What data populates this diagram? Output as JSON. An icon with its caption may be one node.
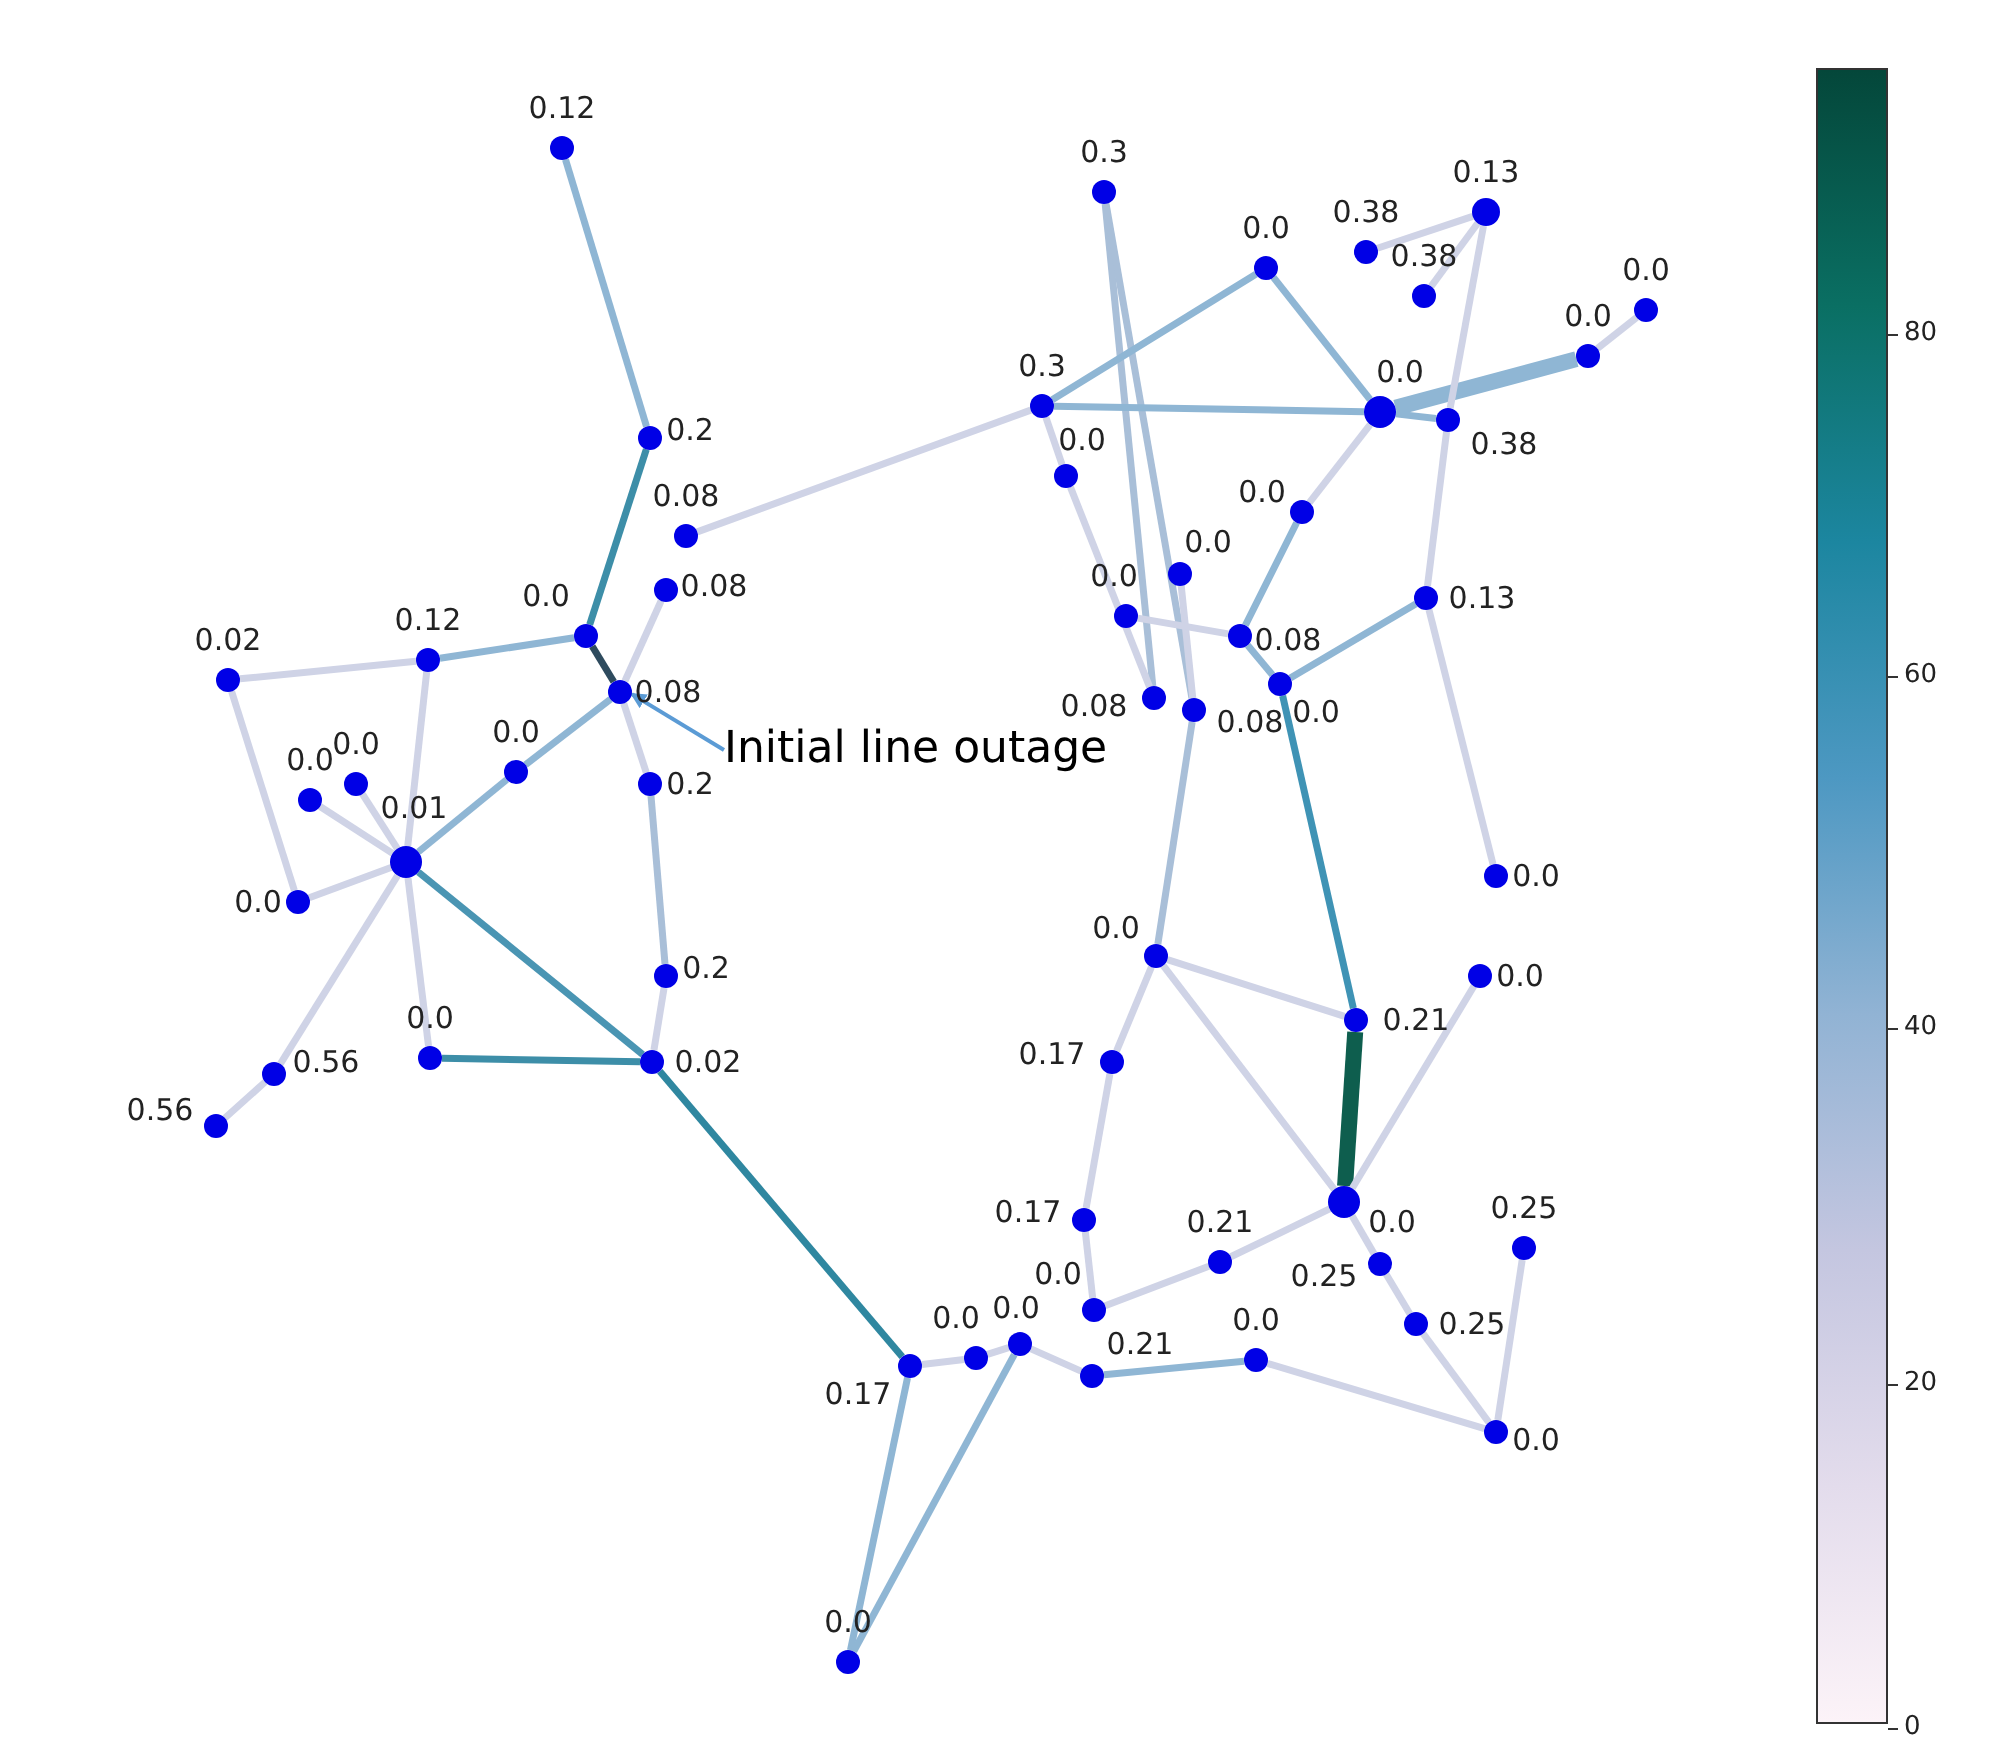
{
  "diagram": {
    "nodes": [
      {
        "text": [],
        "shape": "circle",
        "beside": [
          "0.12"
        ]
      },
      {
        "text": [],
        "shape": "circle",
        "beside": [
          "0.2"
        ]
      },
      {
        "text": [],
        "shape": "circle",
        "beside": [
          "0.08"
        ]
      },
      {
        "text": [],
        "shape": "circle",
        "beside": [
          "0.08"
        ]
      },
      {
        "text": [],
        "shape": "circle",
        "beside": [
          "0.0"
        ]
      },
      {
        "text": [],
        "shape": "circle",
        "beside": [
          "0.08"
        ]
      },
      {
        "text": [],
        "shape": "circle",
        "beside": [
          "0.12"
        ]
      },
      {
        "text": [],
        "shape": "circle",
        "beside": [
          "0.02"
        ]
      },
      {
        "text": [],
        "shape": "circle",
        "beside": [
          "0.0"
        ]
      },
      {
        "text": [],
        "shape": "circle",
        "beside": [
          "0.0"
        ]
      },
      {
        "text": [],
        "shape": "circle",
        "beside": [
          "0.01"
        ]
      },
      {
        "text": [],
        "shape": "circle",
        "beside": [
          "0.0"
        ]
      },
      {
        "text": [],
        "shape": "circle",
        "beside": [
          "0.0"
        ]
      },
      {
        "text": [],
        "shape": "circle",
        "beside": [
          "0.2"
        ]
      },
      {
        "text": [],
        "shape": "circle",
        "beside": [
          "0.2"
        ]
      },
      {
        "text": [],
        "shape": "circle",
        "beside": [
          "0.02"
        ]
      },
      {
        "text": [],
        "shape": "circle",
        "beside": [
          "0.0"
        ]
      },
      {
        "text": [],
        "shape": "circle",
        "beside": [
          "0.56"
        ]
      },
      {
        "text": [],
        "shape": "circle",
        "beside": [
          "0.56"
        ]
      },
      {
        "text": [],
        "shape": "circle",
        "beside": [
          "0.17"
        ]
      },
      {
        "text": [],
        "shape": "circle",
        "beside": [
          "0.0"
        ]
      },
      {
        "text": [],
        "shape": "circle",
        "beside": [
          "0.0"
        ]
      },
      {
        "text": [],
        "shape": "circle",
        "beside": [
          "0.21"
        ]
      },
      {
        "text": [],
        "shape": "circle",
        "beside": [
          "0.0"
        ]
      },
      {
        "text": [],
        "shape": "circle",
        "beside": [
          "0.17"
        ]
      },
      {
        "text": [],
        "shape": "circle",
        "beside": [
          "0.17"
        ]
      },
      {
        "text": [],
        "shape": "circle",
        "beside": [
          "0.0"
        ]
      },
      {
        "text": [],
        "shape": "circle",
        "beside": [
          "0.0"
        ]
      },
      {
        "text": [],
        "shape": "circle",
        "beside": [
          "0.21"
        ]
      },
      {
        "text": [],
        "shape": "circle",
        "beside": [
          "0.0"
        ]
      },
      {
        "text": [],
        "shape": "circle",
        "beside": [
          "0.0"
        ]
      },
      {
        "text": [],
        "shape": "circle",
        "beside": [
          "0.21"
        ]
      },
      {
        "text": [],
        "shape": "circle",
        "beside": [
          "0.0"
        ]
      },
      {
        "text": [],
        "shape": "circle",
        "beside": [
          "0.0"
        ]
      },
      {
        "text": [],
        "shape": "circle",
        "beside": [
          "0.25"
        ]
      },
      {
        "text": [],
        "shape": "circle",
        "beside": [
          "0.25"
        ]
      },
      {
        "text": [],
        "shape": "circle",
        "beside": [
          "0.25"
        ]
      },
      {
        "text": [],
        "shape": "circle",
        "beside": [
          "0.0"
        ]
      },
      {
        "text": [],
        "shape": "circle",
        "beside": [
          "0.3"
        ]
      },
      {
        "text": [],
        "shape": "circle",
        "beside": [
          "0.3"
        ]
      },
      {
        "text": [],
        "shape": "circle",
        "beside": [
          "0.0"
        ]
      },
      {
        "text": [],
        "shape": "circle",
        "beside": [
          "0.0"
        ]
      },
      {
        "text": [],
        "shape": "circle",
        "beside": [
          "0.38"
        ]
      },
      {
        "text": [],
        "shape": "circle",
        "beside": [
          "0.38"
        ]
      },
      {
        "text": [],
        "shape": "circle",
        "beside": [
          "0.13"
        ]
      },
      {
        "text": [],
        "shape": "circle",
        "beside": [
          "0.0"
        ]
      },
      {
        "text": [],
        "shape": "circle",
        "beside": [
          "0.38"
        ]
      },
      {
        "text": [],
        "shape": "circle",
        "beside": [
          "0.0"
        ]
      },
      {
        "text": [],
        "shape": "circle",
        "beside": [
          "0.0"
        ]
      },
      {
        "text": [],
        "shape": "circle",
        "beside": [
          "0.0"
        ]
      },
      {
        "text": [],
        "shape": "circle",
        "beside": [
          "0.13"
        ]
      },
      {
        "text": [],
        "shape": "circle",
        "beside": [
          "0.0"
        ]
      },
      {
        "text": [],
        "shape": "circle",
        "beside": [
          "0.0"
        ]
      },
      {
        "text": [],
        "shape": "circle",
        "beside": [
          "0.08"
        ]
      },
      {
        "text": [],
        "shape": "circle",
        "beside": [
          "0.0"
        ]
      },
      {
        "text": [],
        "shape": "circle",
        "beside": [
          "0.08"
        ]
      },
      {
        "text": [],
        "shape": "circle",
        "beside": [
          "0.08"
        ]
      },
      {
        "text": [
          "Initial line outage"
        ]
      }
    ],
    "edges": [
      {
        "from": 0,
        "to": 1,
        "arrow": "none",
        "color": "#8fb6d4"
      },
      {
        "from": 1,
        "to": 4,
        "arrow": "none",
        "color": "#3d8ea8"
      },
      {
        "from": 4,
        "to": 6,
        "arrow": "none",
        "color": "#8fb6d4"
      },
      {
        "from": 4,
        "to": 5,
        "arrow": "none",
        "color": "#2e4b5e"
      },
      {
        "from": 3,
        "to": 5,
        "arrow": "none"
      },
      {
        "from": 2,
        "to": 39,
        "arrow": "none"
      },
      {
        "from": 5,
        "to": 12,
        "arrow": "none",
        "color": "#8fb6d4"
      },
      {
        "from": 12,
        "to": 10,
        "arrow": "none",
        "color": "#8fb6d4"
      },
      {
        "from": 6,
        "to": 7,
        "arrow": "none"
      },
      {
        "from": 6,
        "to": 10,
        "arrow": "none"
      },
      {
        "from": 7,
        "to": 11,
        "arrow": "none"
      },
      {
        "from": 8,
        "to": 10,
        "arrow": "none"
      },
      {
        "from": 9,
        "to": 10,
        "arrow": "none"
      },
      {
        "from": 11,
        "to": 10,
        "arrow": "none"
      },
      {
        "from": 10,
        "to": 17,
        "arrow": "none"
      },
      {
        "from": 17,
        "to": 18,
        "arrow": "none"
      },
      {
        "from": 10,
        "to": 16,
        "arrow": "none"
      },
      {
        "from": 10,
        "to": 15,
        "arrow": "none",
        "color": "#4a95b3"
      },
      {
        "from": 16,
        "to": 15,
        "arrow": "none",
        "color": "#3d8ea8"
      },
      {
        "from": 5,
        "to": 13,
        "arrow": "none"
      },
      {
        "from": 13,
        "to": 14,
        "arrow": "none",
        "color": "#a9bfd8"
      },
      {
        "from": 14,
        "to": 15,
        "arrow": "none"
      },
      {
        "from": 15,
        "to": 19,
        "arrow": "none",
        "color": "#2f87a0"
      },
      {
        "from": 19,
        "to": 27,
        "arrow": "none",
        "color": "#8fb6d4"
      },
      {
        "from": 19,
        "to": 20,
        "arrow": "none"
      },
      {
        "from": 20,
        "to": 21,
        "arrow": "none"
      },
      {
        "from": 21,
        "to": 27,
        "arrow": "none",
        "color": "#8fb6d4"
      },
      {
        "from": 21,
        "to": 22,
        "arrow": "none"
      },
      {
        "from": 22,
        "to": 29,
        "arrow": "none",
        "color": "#8fb6d4"
      },
      {
        "from": 23,
        "to": 28,
        "arrow": "none"
      },
      {
        "from": 23,
        "to": 24,
        "arrow": "none"
      },
      {
        "from": 24,
        "to": 25,
        "arrow": "none"
      },
      {
        "from": 25,
        "to": 26,
        "arrow": "none"
      },
      {
        "from": 26,
        "to": 30,
        "arrow": "none"
      },
      {
        "from": 26,
        "to": 31,
        "arrow": "none"
      },
      {
        "from": 31,
        "to": 30,
        "arrow": "none",
        "style": "thick",
        "color": "#0e5e4e"
      },
      {
        "from": 30,
        "to": 32,
        "arrow": "none"
      },
      {
        "from": 30,
        "to": 28,
        "arrow": "none"
      },
      {
        "from": 30,
        "to": 34,
        "arrow": "none"
      },
      {
        "from": 34,
        "to": 35,
        "arrow": "none"
      },
      {
        "from": 35,
        "to": 37,
        "arrow": "none"
      },
      {
        "from": 36,
        "to": 37,
        "arrow": "none"
      },
      {
        "from": 29,
        "to": 37,
        "arrow": "none"
      },
      {
        "from": 38,
        "to": 55,
        "arrow": "none",
        "color": "#a9bfd8"
      },
      {
        "from": 38,
        "to": 56,
        "arrow": "none",
        "color": "#a9bfd8"
      },
      {
        "from": 39,
        "to": 41,
        "arrow": "none",
        "color": "#8fb6d4"
      },
      {
        "from": 39,
        "to": 45,
        "arrow": "none",
        "color": "#8fb6d4"
      },
      {
        "from": 39,
        "to": 40,
        "arrow": "none"
      },
      {
        "from": 40,
        "to": 55,
        "arrow": "none"
      },
      {
        "from": 41,
        "to": 45,
        "arrow": "none",
        "color": "#8fb6d4"
      },
      {
        "from": 45,
        "to": 47,
        "arrow": "none",
        "style": "thick",
        "color": "#8fb6d4"
      },
      {
        "from": 47,
        "to": 48,
        "arrow": "none"
      },
      {
        "from": 45,
        "to": 46,
        "arrow": "none",
        "color": "#8fb6d4"
      },
      {
        "from": 45,
        "to": 49,
        "arrow": "none"
      },
      {
        "from": 49,
        "to": 53,
        "arrow": "none",
        "color": "#8fb6d4"
      },
      {
        "from": 53,
        "to": 54,
        "arrow": "none",
        "color": "#8fb6d4"
      },
      {
        "from": 54,
        "to": 50,
        "arrow": "none",
        "color": "#8fb6d4"
      },
      {
        "from": 54,
        "to": 31,
        "arrow": "none",
        "color": "#3f93b5"
      },
      {
        "from": 50,
        "to": 46,
        "arrow": "none"
      },
      {
        "from": 46,
        "to": 44,
        "arrow": "none"
      },
      {
        "from": 43,
        "to": 44,
        "arrow": "none"
      },
      {
        "from": 42,
        "to": 44,
        "arrow": "none"
      },
      {
        "from": 50,
        "to": 33,
        "arrow": "none"
      },
      {
        "from": 52,
        "to": 56,
        "arrow": "none"
      },
      {
        "from": 56,
        "to": 26,
        "arrow": "none",
        "color": "#a9bfd8"
      },
      {
        "from": 51,
        "to": 53,
        "arrow": "none"
      },
      {
        "from": 57,
        "to": 5,
        "arrow": "to",
        "color": "#5b9bd5"
      }
    ],
    "labels": [
      "80",
      "60",
      "40",
      "20",
      "0"
    ]
  }
}
